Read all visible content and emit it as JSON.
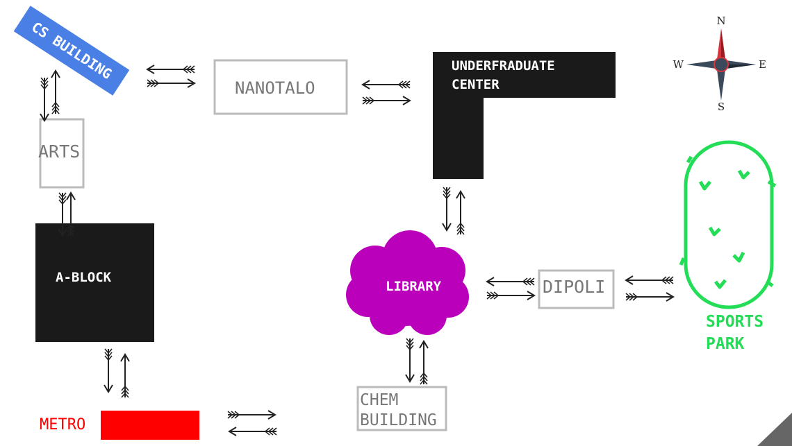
{
  "buildings": {
    "cs_building": "CS BUILDING",
    "nanotalo": "NANOTALO",
    "undergraduate_center_line1": "UNDERFRADUATE",
    "undergraduate_center_line2": "CENTER",
    "arts": "ARTS",
    "a_block": "A-BLOCK",
    "library": "LIBRARY",
    "dipoli": "DIPOLI",
    "sports_park_line1": "SPORTS",
    "sports_park_line2": "PARK",
    "chem_building_line1": "CHEM",
    "chem_building_line2": "BUILDING",
    "metro": "METRO"
  },
  "compass": {
    "north": "N",
    "south": "S",
    "east": "E",
    "west": "W"
  },
  "colors": {
    "cs_building": "#4a7fe5",
    "dark_building": "#1a1a1a",
    "library": "#bb00bb",
    "sports_park": "#22dd55",
    "metro": "#ff0000",
    "outline": "#bbbbbb",
    "compass_red": "#d9343b",
    "compass_dark": "#3a4a5a"
  }
}
